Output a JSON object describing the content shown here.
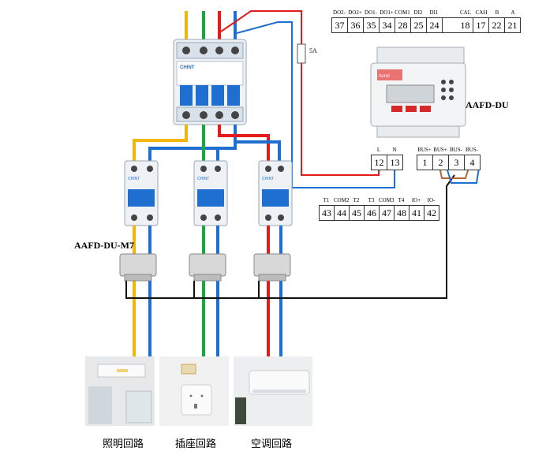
{
  "device_label": "AAFD-DU",
  "detector_label": "AAFD-DU-M7",
  "fuse_label": "5A",
  "top_terminals": {
    "headers": [
      "DO2-",
      "DO2+",
      "DO1-",
      "DO1+",
      "COM1",
      "DI2",
      "DI1",
      "",
      "CAL",
      "CAH",
      "B",
      "A"
    ],
    "numbers": [
      "37",
      "36",
      "35",
      "34",
      "28",
      "25",
      "24",
      "",
      "18",
      "17",
      "22",
      "21"
    ]
  },
  "power_terminals": {
    "headers": [
      "L",
      "N"
    ],
    "numbers": [
      "12",
      "13"
    ]
  },
  "bus_terminals": {
    "headers": [
      "BUS+",
      "BUS+",
      "BUS-",
      "BUS-"
    ],
    "numbers": [
      "1",
      "2",
      "3",
      "4"
    ]
  },
  "bottom_terminals": {
    "headers": [
      "T1",
      "COM2",
      "T2",
      "T3",
      "COM3",
      "T4",
      "IO+",
      "IO-"
    ],
    "numbers": [
      "43",
      "44",
      "45",
      "46",
      "47",
      "48",
      "41",
      "42"
    ]
  },
  "breaker_brand": "CHINT",
  "meter_brand": "Acrel",
  "circuits": [
    "照明回路",
    "插座回路",
    "空调回路"
  ],
  "colors": {
    "yellow": "#f2b705",
    "green": "#1aa640",
    "red": "#e31b1b",
    "blue": "#1f6fd1",
    "black": "#111111",
    "brown": "#b5673a"
  }
}
